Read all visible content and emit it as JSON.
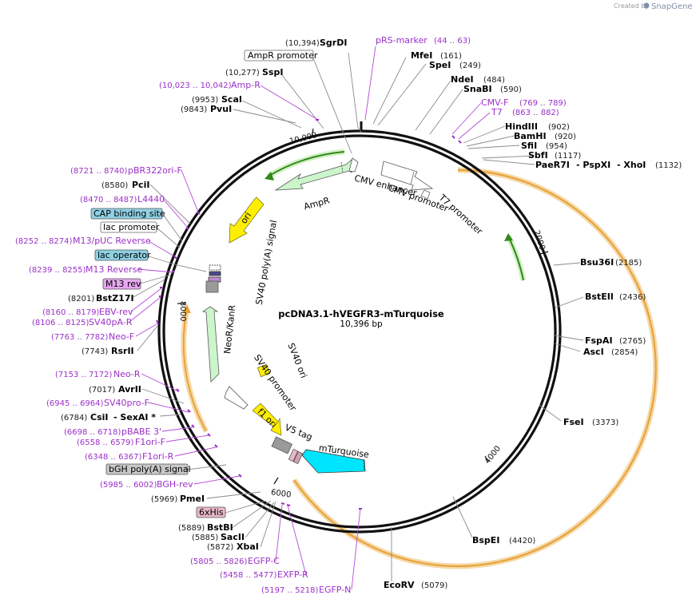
{
  "credit": {
    "prefix": "Created by",
    "brand": "SnapGene"
  },
  "plasmid": {
    "name": "pcDNA3.1-hVEGFR3-mTurquoise",
    "size": "10,396 bp"
  },
  "ticks": [
    "10,000",
    "2000",
    "4000",
    "6000",
    "8000"
  ],
  "features": {
    "ampr": "AmpR",
    "ori": "ori",
    "cmv_enhancer": "CMV enhancer",
    "cmv_promoter": "CMV promoter",
    "t7_promoter": "T7 promoter",
    "sv40_polya": "SV40 poly(A) signal",
    "neokanr": "NeoR/KanR",
    "sv40_ori": "SV40 ori",
    "sv40_promoter": "SV40 promoter",
    "f1_ori": "f1 ori",
    "v5_tag": "V5 tag",
    "mturquoise": "mTurquoise"
  },
  "labels": {
    "sgrdi_pos": "(10,394)",
    "sgrdi": "SgrDI",
    "prs_marker": "pRS-marker",
    "prs_marker_pos": "(44 .. 63)",
    "ampr_promoter": "AmpR promoter",
    "mfei": "MfeI",
    "mfei_pos": "(161)",
    "spei": "SpeI",
    "spei_pos": "(249)",
    "sspi_pos": "(10,277)",
    "sspi": "SspI",
    "ndei": "NdeI",
    "ndei_pos": "(484)",
    "ampr_primer_pos": "(10,023 .. 10,042)",
    "ampr_primer": "Amp-R",
    "snabi": "SnaBI",
    "snabi_pos": "(590)",
    "scai_pos": "(9953)",
    "scai": "ScaI",
    "cmvf": "CMV-F",
    "cmvf_pos": "(769 .. 789)",
    "pvui_pos": "(9843)",
    "pvui": "PvuI",
    "t7": "T7",
    "t7_pos": "(863 .. 882)",
    "hindiii": "HindIII",
    "hindiii_pos": "(902)",
    "bamhi": "BamHI",
    "bamhi_pos": "(920)",
    "sfii": "SfiI",
    "sfii_pos": "(954)",
    "sbfi": "SbfI",
    "sbfi_pos": "(1117)",
    "paer7i": "PaeR7I",
    "psp": "- PspXI",
    "xhoi": "- XhoI",
    "xhoi_pos": "(1132)",
    "pbr_pos": "(8721 .. 8740)",
    "pbr": "pBR322ori-F",
    "pcii_pos": "(8580)",
    "pcii": "PciI",
    "l4440_pos": "(8470 .. 8487)",
    "l4440": "L4440",
    "cap": "CAP binding site",
    "lac_promoter": "lac promoter",
    "m13puc_pos": "(8252 .. 8274)",
    "m13puc": "M13/pUC Reverse",
    "lac_operator": "lac operator",
    "m13rev_pos": "(8239 .. 8255)",
    "m13rev": "M13 Reverse",
    "m13rev_box": "M13 rev",
    "bstz_pos": "(8201)",
    "bstz": "BstZ17I",
    "ebv_pos": "(8160 .. 8179)",
    "ebv": "EBV-rev",
    "sv40pa_pos": "(8106 .. 8125)",
    "sv40pa": "SV40pA-R",
    "neof_pos": "(7763 .. 7782)",
    "neof": "Neo-F",
    "rsrii_pos": "(7743)",
    "rsrii": "RsrII",
    "bsu36i": "Bsu36I",
    "bsu36i_pos": "(2185)",
    "bsteii": "BstEII",
    "bsteii_pos": "(2436)",
    "fspai": "FspAI",
    "fspai_pos": "(2765)",
    "asci": "AscI",
    "asci_pos": "(2854)",
    "fsei": "FseI",
    "fsei_pos": "(3373)",
    "neor_pos": "(7153 .. 7172)",
    "neor": "Neo-R",
    "avrii_pos": "(7017)",
    "avrii": "AvrII",
    "sv40pro_pos": "(6945 .. 6964)",
    "sv40pro": "SV40pro-F",
    "csii_pos": "(6784)",
    "csii": "CsiI",
    "sexai": "- SexAI *",
    "pbabe_pos": "(6698 .. 6718)",
    "pbabe": "pBABE 3'",
    "f1orif_pos": "(6558 .. 6579)",
    "f1orif": "F1ori-F",
    "f1orir_pos": "(6348 .. 6367)",
    "f1orir": "F1ori-R",
    "bgh": "bGH poly(A) signal",
    "bghrev_pos": "(5985 .. 6002)",
    "bghrev": "BGH-rev",
    "pmei_pos": "(5969)",
    "pmei": "PmeI",
    "sixhis": "6xHis",
    "bspei": "BspEI",
    "bspei_pos": "(4420)",
    "bstbi_pos": "(5889)",
    "bstbi": "BstBI",
    "sacii_pos": "(5885)",
    "sacii": "SacII",
    "xbai_pos": "(5872)",
    "xbai": "XbaI",
    "egfpc_pos": "(5805 .. 5826)",
    "egfpc": "EGFP-C",
    "exfpr_pos": "(5458 .. 5477)",
    "exfpr": "EXFP-R",
    "ecorv": "EcoRV",
    "ecorv_pos": "(5079)",
    "egfpn_pos": "(5197 .. 5218)",
    "egfpn": "EGFP-N"
  },
  "colors": {
    "ring": "#111111",
    "orange_orf": "#e8a33c",
    "green_feature": "#2f8a1c",
    "ampr_fill": "#ccf5cc",
    "ori_fill": "#ffee00",
    "cmv_fill": "#ffffff",
    "mturquoise_fill": "#00e5ff",
    "sv40polya_fill": "#9a9a9a",
    "primer": "#9b30c8",
    "cap_box": "#8fd0e3",
    "m13_box": "#e7a6f0",
    "bgh_box": "#c8c8c8",
    "his_box": "#e8b8c8"
  }
}
